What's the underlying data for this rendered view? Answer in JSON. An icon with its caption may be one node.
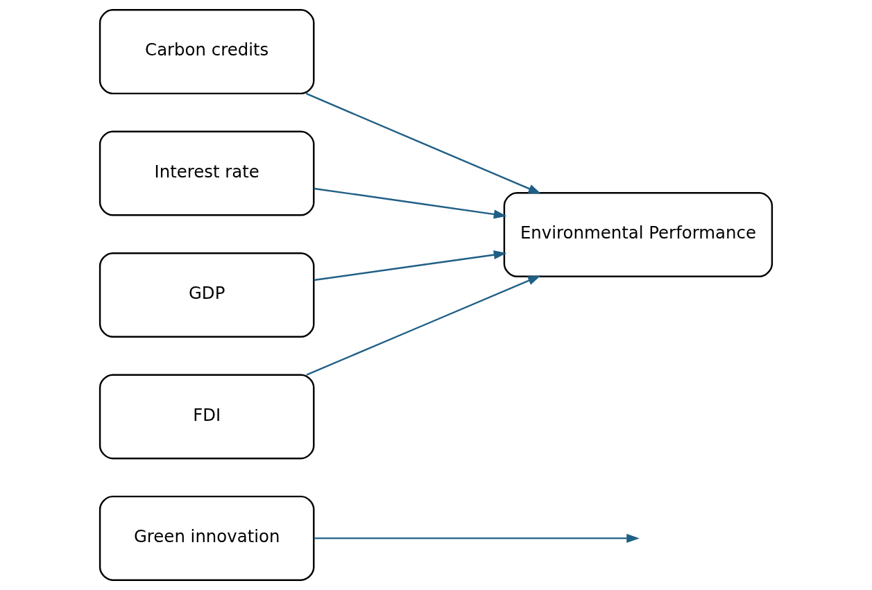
{
  "diagram": {
    "nodes": [
      {
        "text": [
          "Green innovation"
        ]
      },
      {
        "text": [
          "Carbon credits"
        ]
      },
      {
        "text": [
          "Interest rate"
        ]
      },
      {
        "text": [
          "GDP"
        ]
      },
      {
        "text": [
          "FDI"
        ]
      },
      {
        "text": [
          "Environmental Performance"
        ]
      }
    ],
    "edges": [
      {
        "from": 0,
        "to": null,
        "arrow": "to"
      },
      {
        "from": 1,
        "to": 5,
        "arrow": "to"
      },
      {
        "from": 2,
        "to": 5,
        "arrow": "to"
      },
      {
        "from": 3,
        "to": 5,
        "arrow": "to"
      },
      {
        "from": 4,
        "to": 5,
        "arrow": "to"
      }
    ]
  }
}
